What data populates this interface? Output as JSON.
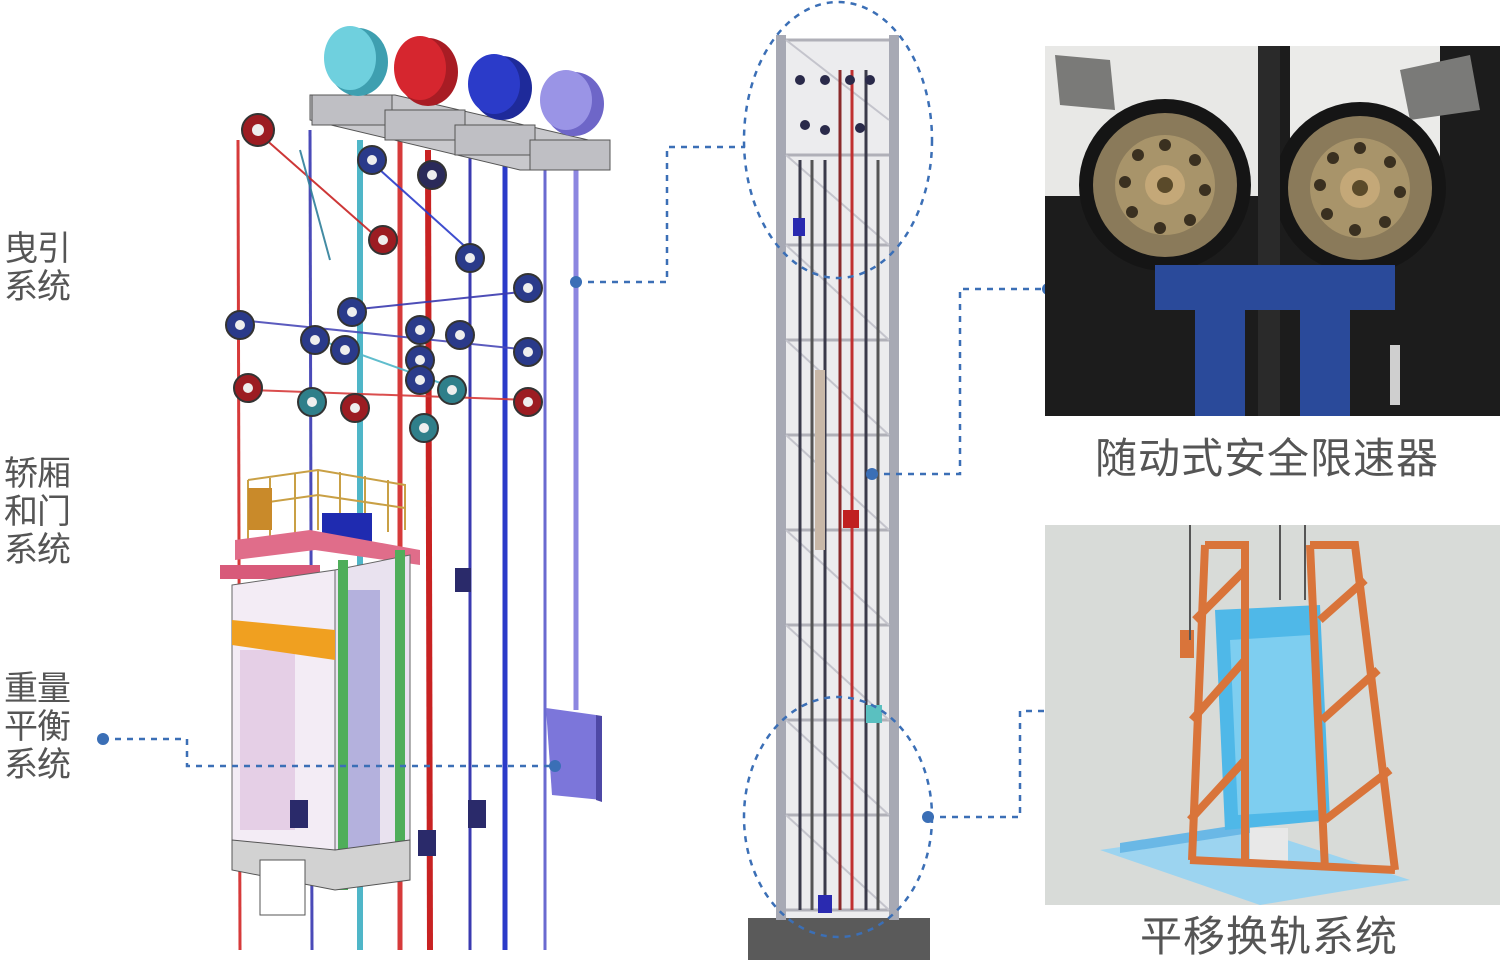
{
  "labels": {
    "traction": [
      "曳引",
      "系统"
    ],
    "car_door": [
      "轿厢",
      "和门",
      "系统"
    ],
    "counterweight": [
      "重量",
      "平衡",
      "系统"
    ]
  },
  "captions": {
    "governor": "随动式安全限速器",
    "rail_transfer": "平移换轨系统"
  },
  "colors": {
    "connector": "#3b6fb6",
    "sheave_colors": [
      "#4fb6c8",
      "#d6262f",
      "#2b3bc9",
      "#8c86e0"
    ],
    "frame_orange": "#d9743a",
    "car_blue": "#3aa6e0"
  }
}
